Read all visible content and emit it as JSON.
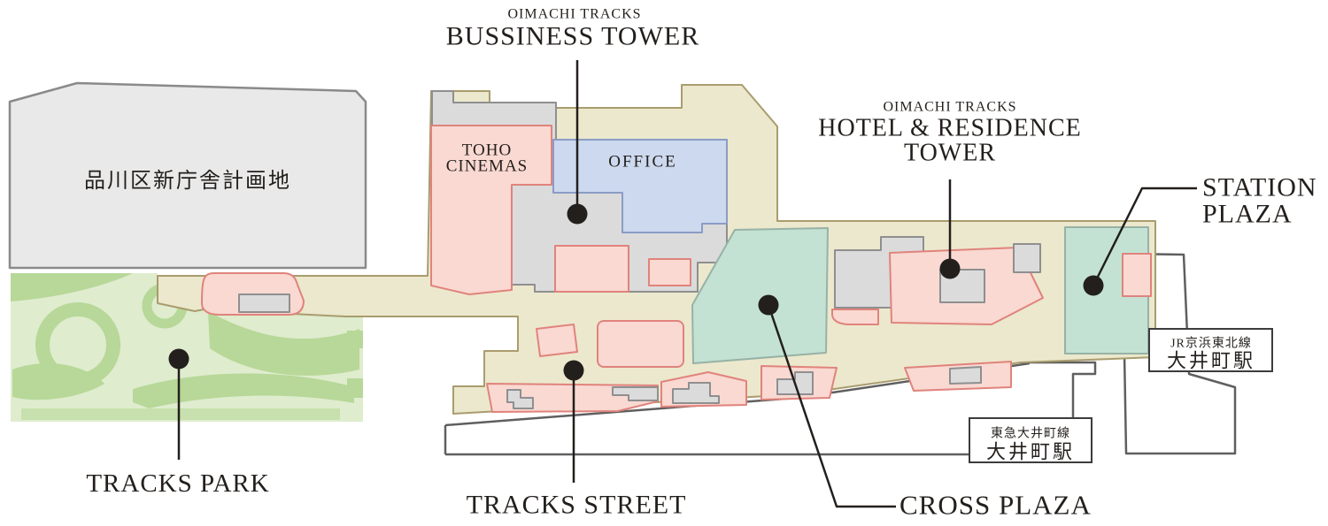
{
  "labels": {
    "planned_site": "品川区新庁舎計画地",
    "business_tower": {
      "kicker": "OIMACHI TRACKS",
      "name": "BUSSINESS TOWER"
    },
    "toho_cinemas": {
      "line1": "TOHO",
      "line2": "CINEMAS"
    },
    "office": "OFFICE",
    "hotel_tower": {
      "kicker": "OIMACHI TRACKS",
      "line1": "HOTEL & RESIDENCE",
      "line2": "TOWER"
    },
    "station_plaza": {
      "line1": "STATION",
      "line2": "PLAZA"
    },
    "cross_plaza": "CROSS PLAZA",
    "tracks_street": "TRACKS STREET",
    "tracks_park": "TRACKS PARK",
    "jr_station": {
      "line": "JR京浜東北線",
      "station": "大井町駅"
    },
    "tokyu_station": {
      "line": "東急大井町線",
      "station": "大井町駅"
    }
  },
  "colors": {
    "site_tan": "#ECE8CD",
    "site_border": "#A99C6E",
    "building_pink": "#F9D9D2",
    "building_pink_border": "#E0837C",
    "building_gray": "#DBDBDB",
    "building_gray_border": "#8F8F8F",
    "office_blue": "#CCD9EE",
    "office_blue_border": "#8A9CC6",
    "plaza_teal": "#C3E2D3",
    "plaza_teal_border": "#97B2A6",
    "park_light": "#DFECCE",
    "park_green": "#B7D898",
    "planned_gray": "#E9E9E9",
    "planned_border": "#8A8A8A",
    "road_line": "#5F5F5F",
    "ink": "#231F1C"
  }
}
